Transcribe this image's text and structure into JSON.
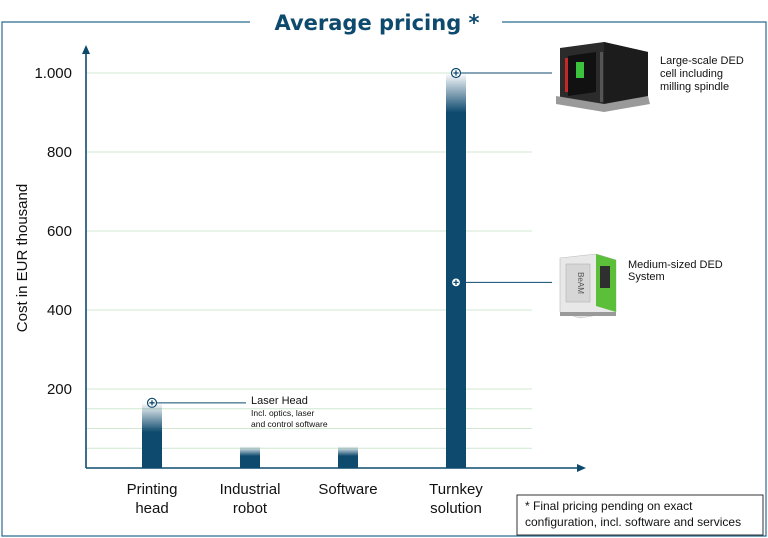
{
  "title": "Average pricing *",
  "chart_data": {
    "type": "bar",
    "categories": [
      {
        "lines": [
          "Printing",
          "head"
        ]
      },
      {
        "lines": [
          "Industrial",
          "robot"
        ]
      },
      {
        "lines": [
          "Software"
        ]
      },
      {
        "lines": [
          "Turnkey",
          "solution"
        ]
      }
    ],
    "values": [
      165,
      55,
      55,
      1000
    ],
    "ylabel": "Cost in EUR thousand",
    "ylim": [
      0,
      1050
    ],
    "yticks": [
      {
        "value": 200,
        "label": "200"
      },
      {
        "value": 400,
        "label": "400"
      },
      {
        "value": 600,
        "label": "600"
      },
      {
        "value": 800,
        "label": "800"
      },
      {
        "value": 1000,
        "label": "1.000"
      }
    ],
    "gridlines": [
      50,
      100,
      150,
      200,
      400,
      600,
      800,
      1000
    ],
    "grid": true,
    "bar_color": "#0e4a6e",
    "grid_color": "#cfe8cf",
    "annotations": [
      {
        "category": 0,
        "value": 165,
        "title": "Laser Head",
        "lines": [
          "Incl. optics, laser",
          "and control software"
        ]
      },
      {
        "category": 3,
        "value": 1000,
        "title": "",
        "lines": [
          "Large-scale DED",
          "cell including",
          "milling spindle"
        ]
      },
      {
        "category": 3,
        "value": 470,
        "title": "",
        "lines": [
          "Medium-sized DED",
          "System"
        ]
      }
    ]
  },
  "footnote": [
    "* Final pricing pending on exact",
    "configuration, incl. software and services"
  ],
  "colors": {
    "frame": "#2a6b8f",
    "accent": "#0e4a6e",
    "machine_green": "#5cbf3a"
  }
}
